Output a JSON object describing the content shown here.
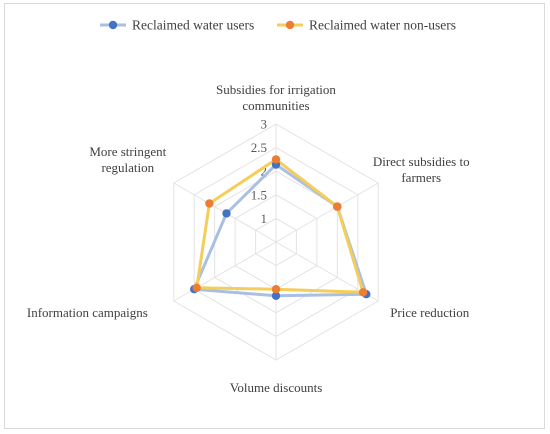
{
  "chart_data": {
    "type": "radar",
    "categories": [
      [
        "Subsidies for irrigation",
        "communities"
      ],
      [
        "Direct subsidies to",
        "farmers"
      ],
      [
        "Price reduction"
      ],
      [
        "Volume discounts"
      ],
      [
        "Information campaigns"
      ],
      [
        "More stringent",
        "regulation"
      ]
    ],
    "series": [
      {
        "name": "Reclaimed water users",
        "values": [
          2.14,
          2.0,
          2.71,
          1.64,
          2.5,
          1.71
        ],
        "color": "#4472c4",
        "line_color": "#a9bfe3"
      },
      {
        "name": "Reclaimed water non-users",
        "values": [
          2.25,
          2.0,
          2.63,
          1.5,
          2.44,
          2.13
        ],
        "color": "#ed7d31",
        "line_color": "#f5cd5b"
      }
    ],
    "rlim": [
      0.5,
      3
    ],
    "ticks": [
      "1",
      "1.5",
      "2",
      "2.5",
      "3"
    ],
    "tick_values": [
      1,
      1.5,
      2,
      2.5,
      3
    ],
    "grid": true,
    "legend_position": "top"
  }
}
